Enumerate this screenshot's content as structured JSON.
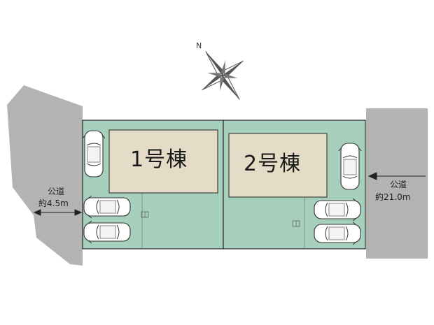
{
  "compass": {
    "north_label": "N"
  },
  "buildings": [
    {
      "id": "1",
      "label": "1号棟"
    },
    {
      "id": "2",
      "label": "2号棟"
    }
  ],
  "roads": {
    "left": {
      "type": "公道",
      "width": "約4.5m"
    },
    "right": {
      "type": "公道",
      "width": "約21.0m"
    }
  },
  "colors": {
    "lot_fill": "#a7d0bc",
    "building_fill": "#e5dcc8",
    "road_fill": "#b3b3b3",
    "outline": "#333333"
  }
}
